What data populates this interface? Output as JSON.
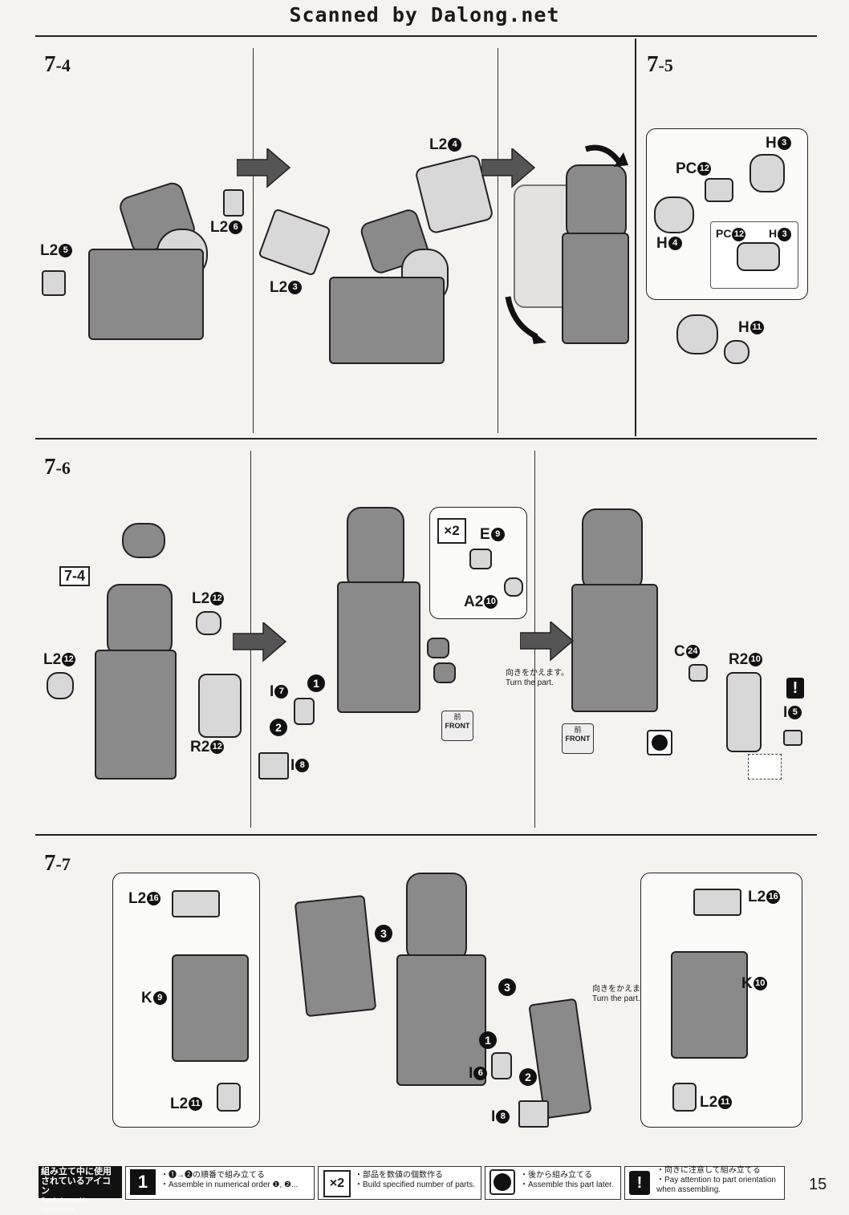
{
  "header": {
    "scan_credit": "Scanned by Dalong.net"
  },
  "steps": {
    "s74": {
      "num": "7",
      "sub": "-4"
    },
    "s75": {
      "num": "7",
      "sub": "-5"
    },
    "s76": {
      "num": "7",
      "sub": "-6"
    },
    "s77": {
      "num": "7",
      "sub": "-7"
    }
  },
  "labels": {
    "l2_6": {
      "t": "L2",
      "n": "6"
    },
    "l2_5": {
      "t": "L2",
      "n": "5"
    },
    "l2_3": {
      "t": "L2",
      "n": "3"
    },
    "l2_4": {
      "t": "L2",
      "n": "4"
    },
    "h3": {
      "t": "H",
      "n": "3"
    },
    "pc12": {
      "t": "PC",
      "n": "12"
    },
    "h4": {
      "t": "H",
      "n": "4"
    },
    "h11": {
      "t": "H",
      "n": "11"
    },
    "pc12b": {
      "t": "PC",
      "n": "12"
    },
    "h3b": {
      "t": "H",
      "n": "3"
    },
    "ref74": "7-4",
    "l2_12a": {
      "t": "L2",
      "n": "12"
    },
    "l2_12b": {
      "t": "L2",
      "n": "12"
    },
    "r2_12": {
      "t": "R2",
      "n": "12"
    },
    "i7": {
      "t": "I",
      "n": "7"
    },
    "i8": {
      "t": "I",
      "n": "8"
    },
    "x2": "×2",
    "e9": {
      "t": "E",
      "n": "9"
    },
    "a2_10": {
      "t": "A2",
      "n": "10"
    },
    "c24": {
      "t": "C",
      "n": "24"
    },
    "r2_10": {
      "t": "R2",
      "n": "10"
    },
    "i5": {
      "t": "I",
      "n": "5"
    },
    "l2_16a": {
      "t": "L2",
      "n": "16"
    },
    "k9": {
      "t": "K",
      "n": "9"
    },
    "l2_11a": {
      "t": "L2",
      "n": "11"
    },
    "i6": {
      "t": "I",
      "n": "6"
    },
    "i8b": {
      "t": "I",
      "n": "8"
    },
    "l2_16b": {
      "t": "L2",
      "n": "16"
    },
    "k10": {
      "t": "K",
      "n": "10"
    },
    "l2_11b": {
      "t": "L2",
      "n": "11"
    }
  },
  "notes": {
    "turn_jp_1": "向きをかえます。",
    "turn_en_1": "Turn the part.",
    "turn_jp_2": "向きをかえます。",
    "turn_en_2": "Turn the part.",
    "front_jp": "前",
    "front_en": "FRONT",
    "front_jp2": "前",
    "front_en2": "FRONT",
    "order1": "1",
    "order2": "2",
    "order3": "3"
  },
  "legend": {
    "title_jp": "組み立て中に使用されているアイコン",
    "title_en": "Symbols used in instructions",
    "i1_jp": "・❶→❷の順番で組み立てる",
    "i1_en": "・Assemble in numerical order ❶, ❷...",
    "i2_jp": "・部品を数値の個数作る",
    "i2_en": "・Build specified number of parts.",
    "i3_jp": "・後から組み立てる",
    "i3_en": "・Assemble this part later.",
    "i4_jp": "・向きに注意して組み立てる",
    "i4_en": "・Pay attention to part orientation when assembling.",
    "x2": "×2",
    "bang": "!",
    "num": "1"
  },
  "page_number": "15",
  "colors": {
    "part_dark": "#8a8a8a",
    "part_light": "#d8d8d8",
    "ink": "#1a1a1a"
  }
}
